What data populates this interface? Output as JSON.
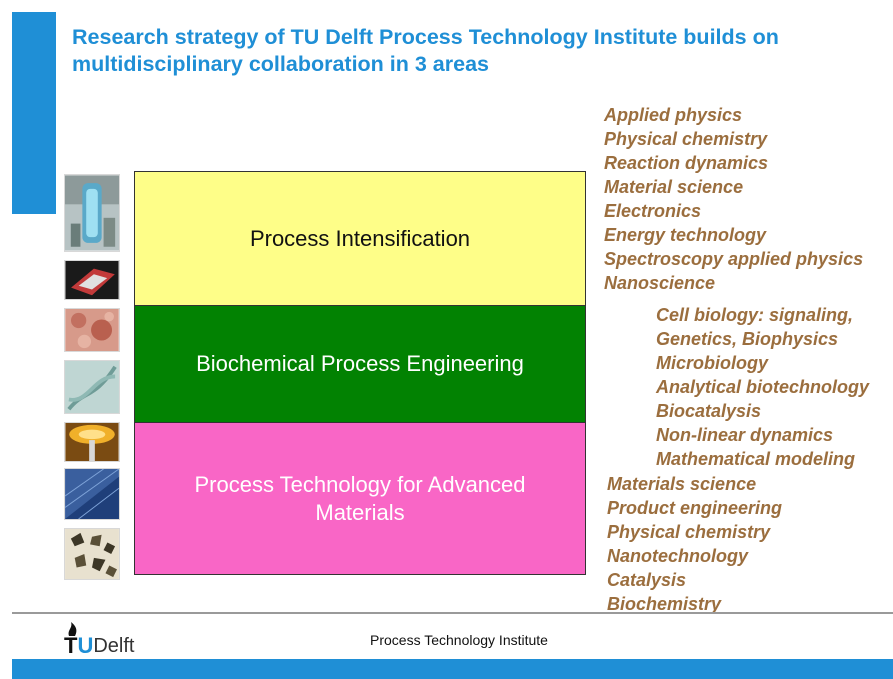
{
  "title": {
    "line1": "Research strategy of TU Delft Process Technology Institute builds on",
    "line2": "multidisciplinary collaboration in 3 areas"
  },
  "areas": [
    {
      "label": "Process Intensification"
    },
    {
      "label": "Biochemical Process Engineering"
    },
    {
      "label_line1": "Process Technology for Advanced",
      "label_line2": "Materials"
    }
  ],
  "disciplines_intensification": [
    "Applied physics",
    "Physical chemistry",
    "Reaction dynamics",
    "Material science",
    "Electronics",
    "Energy technology",
    "Spectroscopy applied physics",
    "Nanoscience"
  ],
  "disciplines_biochemical": [
    "Cell biology: signaling,",
    "Genetics, Biophysics",
    "Microbiology",
    "Analytical biotechnology",
    "Biocatalysis",
    "Non-linear dynamics",
    "Mathematical modeling"
  ],
  "disciplines_materials": [
    "Materials science",
    "Product engineering",
    "Physical chemistry",
    "Nanotechnology",
    "Catalysis",
    "Biochemistry"
  ],
  "logo": {
    "t": "T",
    "u": "U",
    "delft": "Delft"
  },
  "footer": {
    "institute": "Process Technology Institute"
  },
  "colors": {
    "brand_blue": "#1f8fd6",
    "band_yellow": "#fefe88",
    "band_green": "#028202",
    "band_pink": "#f966c6",
    "discipline_text": "#9b6e3e"
  },
  "thumbnail_icons": [
    "lab-equipment-image",
    "microchip-image",
    "cell-culture-image",
    "dna-helix-image",
    "lab-glassware-image",
    "solar-panel-image",
    "crystals-image"
  ]
}
